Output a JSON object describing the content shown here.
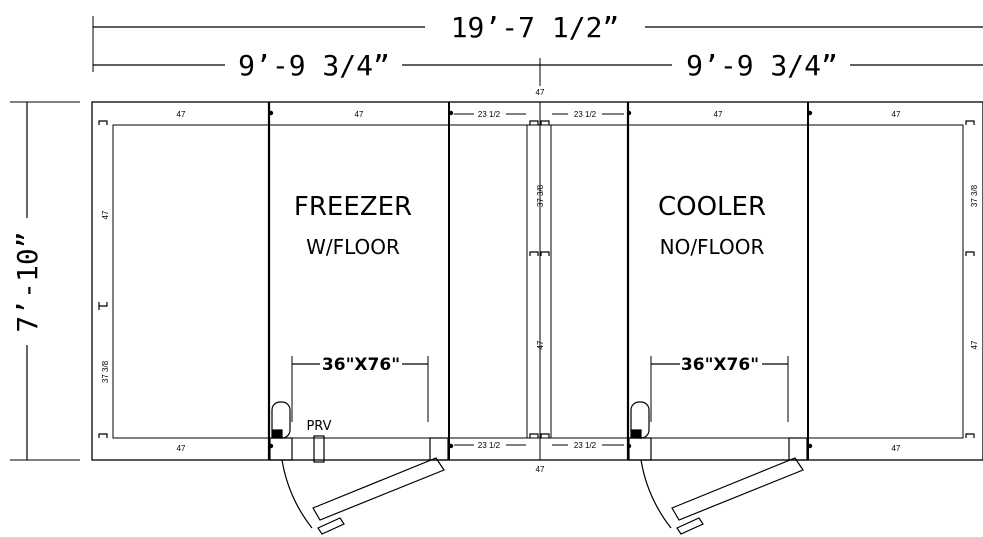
{
  "dimensions": {
    "overall_width": "19’-7  1/2”",
    "left_width": "9’-9  3/4”",
    "right_width": "9’-9  3/4”",
    "height": "7’-10”"
  },
  "rooms": {
    "freezer": {
      "name": "FREEZER",
      "sub": "W/FLOOR",
      "door": "36\"X76\"",
      "valve": "PRV"
    },
    "cooler": {
      "name": "COOLER",
      "sub": "NO/FLOOR",
      "door": "36\"X76\""
    }
  },
  "panels": {
    "top_47": "47",
    "half": "23 1/2",
    "side_37": "37 3/8",
    "side_47": "47"
  }
}
